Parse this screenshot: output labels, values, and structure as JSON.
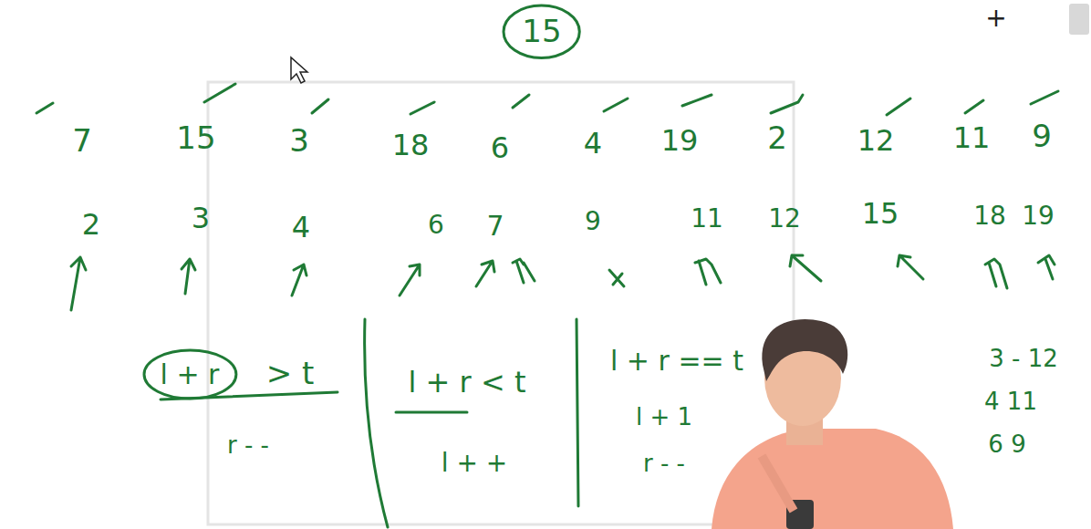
{
  "diagram": {
    "nodes": [
      {
        "text": [
          "15"
        ]
      },
      {
        "text": [
          "l + r"
        ]
      }
    ],
    "labels": [
      "+",
      "7",
      "15",
      "3",
      "18",
      "6",
      "4",
      "19",
      "2",
      "12",
      "11",
      "9",
      "2",
      "3",
      "4",
      "6",
      "7",
      "9",
      "11",
      "12",
      "15",
      "18",
      "19",
      "> t",
      "r - -",
      "l + r < t",
      "l + +",
      "l + r == t",
      "l + 1",
      "r - -",
      "3 - 12",
      "4 11",
      "6 9"
    ]
  }
}
